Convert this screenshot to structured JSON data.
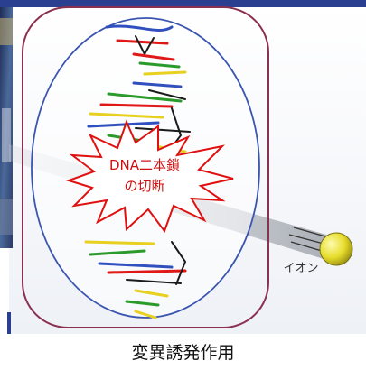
{
  "diagram": {
    "burst_label_line1": "DNA二本鎖",
    "burst_label_line2": "の切断",
    "ion_label": "イオン",
    "caption": "変異誘発作用"
  },
  "colors": {
    "top_bar": "#2a3f8f",
    "panel_border": "#8a3050",
    "ellipse": "#3a55b0",
    "burst_fill": "#ffffff",
    "burst_stroke": "#e01010",
    "burst_text": "#d01010",
    "ion_fill": "#e9e233",
    "beam": "#9aa0a8"
  }
}
